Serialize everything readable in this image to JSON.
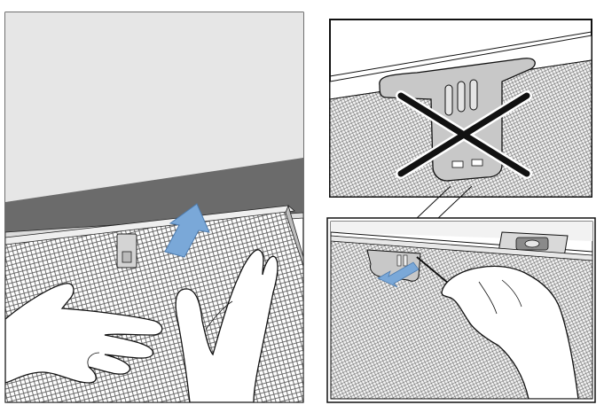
{
  "figure": {
    "panels": [
      {
        "name": "insert-filter-panel",
        "shows": [
          "ceiling",
          "hood-canopy",
          "grease-filter",
          "filter-latch",
          "push-up-arrow",
          "left-hand",
          "right-hand"
        ]
      },
      {
        "name": "wrong-removal-panel",
        "shows": [
          "canopy-edge",
          "filter-mesh",
          "latch-tab-closeup",
          "cross-mark"
        ]
      },
      {
        "name": "lever-latch-panel",
        "shows": [
          "control-switch",
          "filter-mesh",
          "latch-tab",
          "release-arrow",
          "screwdriver",
          "hand-with-screwdriver"
        ]
      }
    ],
    "colors": {
      "arrow": "#7aa8d8",
      "ceiling": "#e6e6e6",
      "hood": "#6b6b6b",
      "mesh": "#555555",
      "outline": "#111111",
      "tab": "#c8c8c8",
      "cross": "#111111"
    },
    "icons": [
      "up-arrow-icon",
      "release-arrow-icon",
      "cross-icon"
    ]
  }
}
